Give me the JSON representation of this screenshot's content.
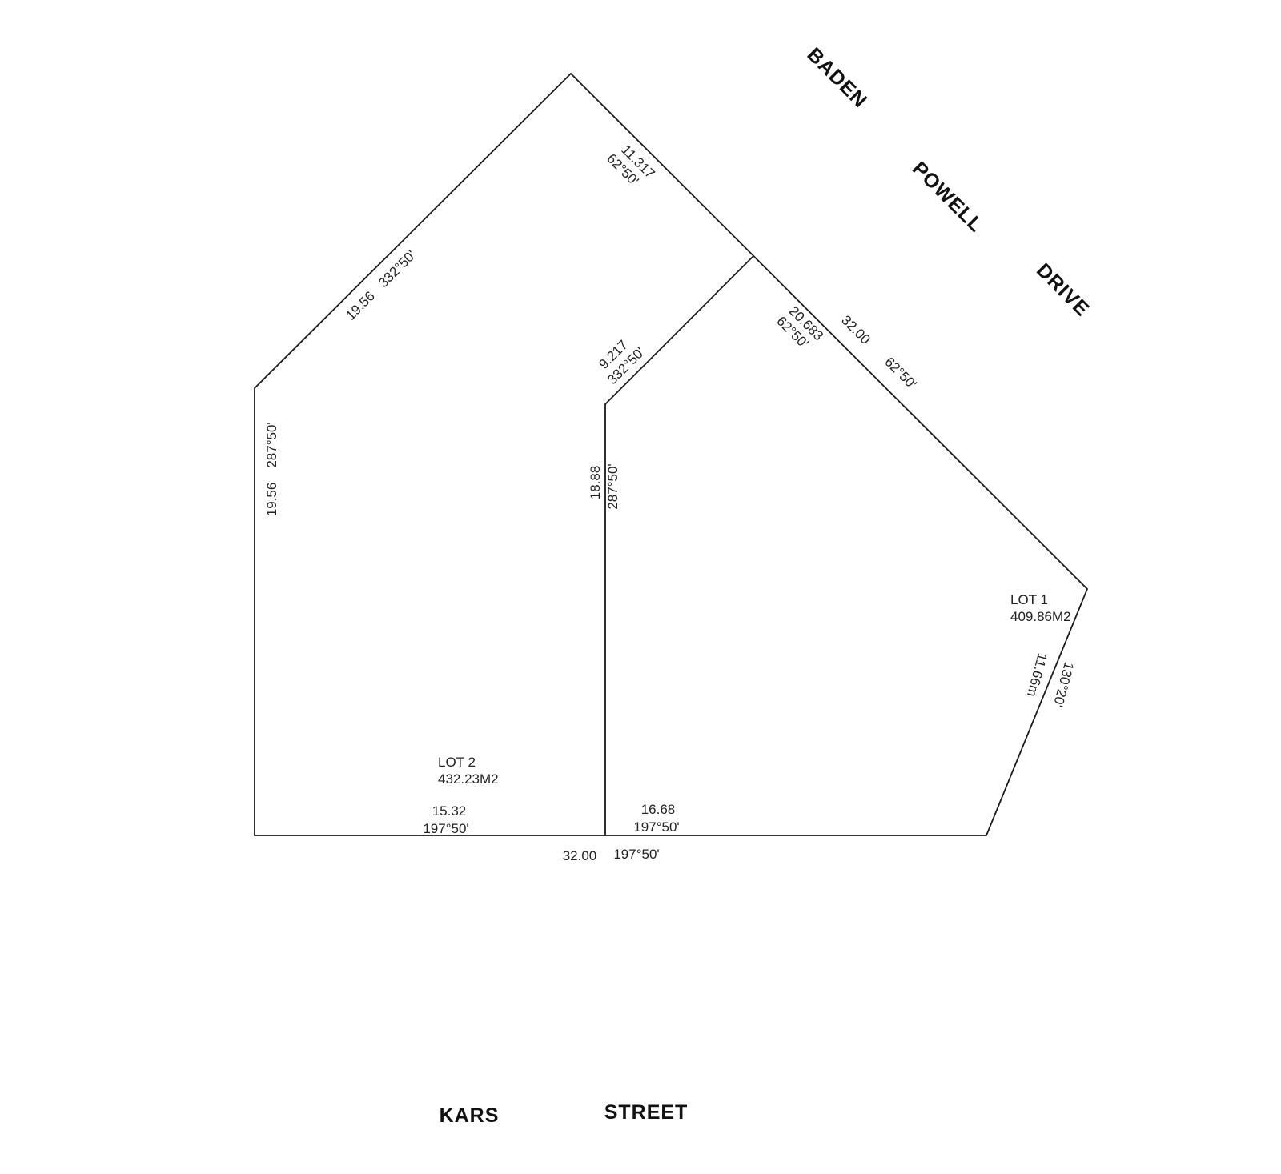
{
  "roads": {
    "top": [
      "BADEN",
      "POWELL",
      "DRIVE"
    ],
    "bottom": [
      "KARS",
      "STREET"
    ]
  },
  "lots": {
    "lot1": {
      "name": "LOT 1",
      "area": "409.86M2"
    },
    "lot2": {
      "name": "LOT 2",
      "area": "432.23M2"
    }
  },
  "dims": {
    "apex_ne_len": "11.317",
    "apex_ne_brg": "62°50'",
    "nw_len": "19.56",
    "nw_brg": "332°50'",
    "inner_diag_len": "9.217",
    "inner_diag_brg": "332°50'",
    "ne_lot1_len": "20.683",
    "ne_lot1_brg": "62°50'",
    "ne_total_len": "32.00",
    "ne_total_brg": "62°50'",
    "west_len": "19.56",
    "west_brg": "287°50'",
    "mid_len": "18.88",
    "mid_brg": "287°50'",
    "se_len": "11.66m",
    "se_brg": "130°20'",
    "s_lot2_len": "15.32",
    "s_lot2_brg": "197°50'",
    "s_lot1_len": "16.68",
    "s_lot1_brg": "197°50'",
    "s_total_len": "32.00",
    "s_total_brg": "197°50'"
  }
}
